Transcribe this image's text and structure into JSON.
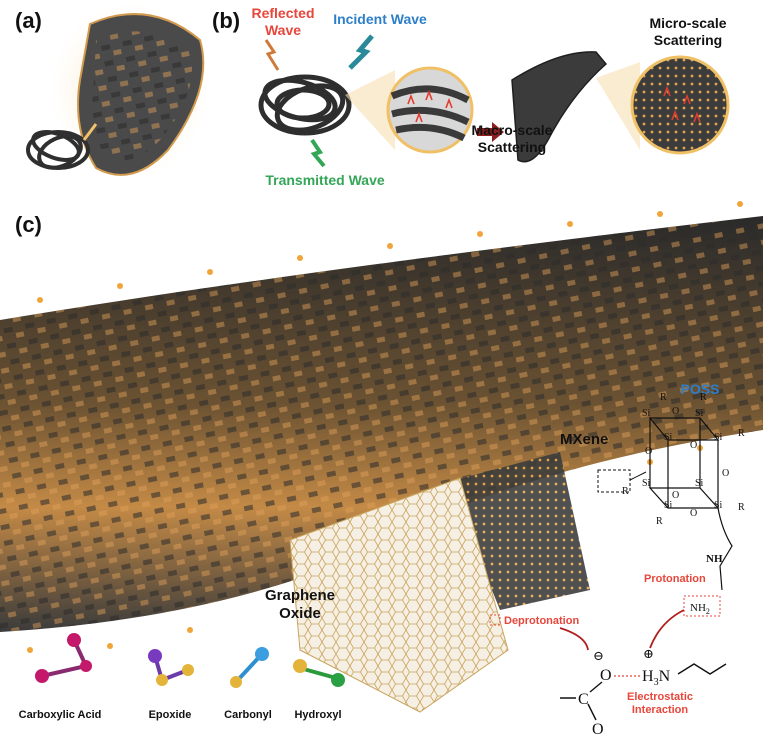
{
  "panels": {
    "a": "(a)",
    "b": "(b)",
    "c": "(c)"
  },
  "waves": {
    "reflected_line1": "Reflected",
    "reflected_line2": "Wave",
    "incident": "Incident Wave",
    "transmitted": "Transmitted Wave"
  },
  "scattering": {
    "macro_line1": "Macro-scale",
    "macro_line2": "Scattering",
    "micro_line1": "Micro-scale",
    "micro_line2": "Scattering"
  },
  "materials": {
    "mxene": "MXene",
    "poss": "POSS",
    "graphene_line1": "Graphene",
    "graphene_line2": "Oxide"
  },
  "process": {
    "deprotonation": "Deprotonation",
    "protonation": "Protonation",
    "electrostatic_line1": "Electrostatic",
    "electrostatic_line2": "Interaction"
  },
  "legend": {
    "carboxylic": "Carboxylic Acid",
    "epoxide": "Epoxide",
    "carbonyl": "Carbonyl",
    "hydroxyl": "Hydroxyl"
  },
  "chem": {
    "si": "Si",
    "o": "O",
    "r": "R",
    "nh": "NH",
    "nh2": "NH",
    "h3n": "H",
    "h3n_sub": "3",
    "h3n_tail": "N",
    "c": "C",
    "carbonyl_o": "O",
    "minus": "⊖",
    "plus": "⊕",
    "two": "2"
  },
  "colors": {
    "red": "#e8463a",
    "blue": "#2e7fc9",
    "green": "#33a657",
    "fiber_dark": "#3a3a3a",
    "fiber_glow": "#f6c983"
  }
}
